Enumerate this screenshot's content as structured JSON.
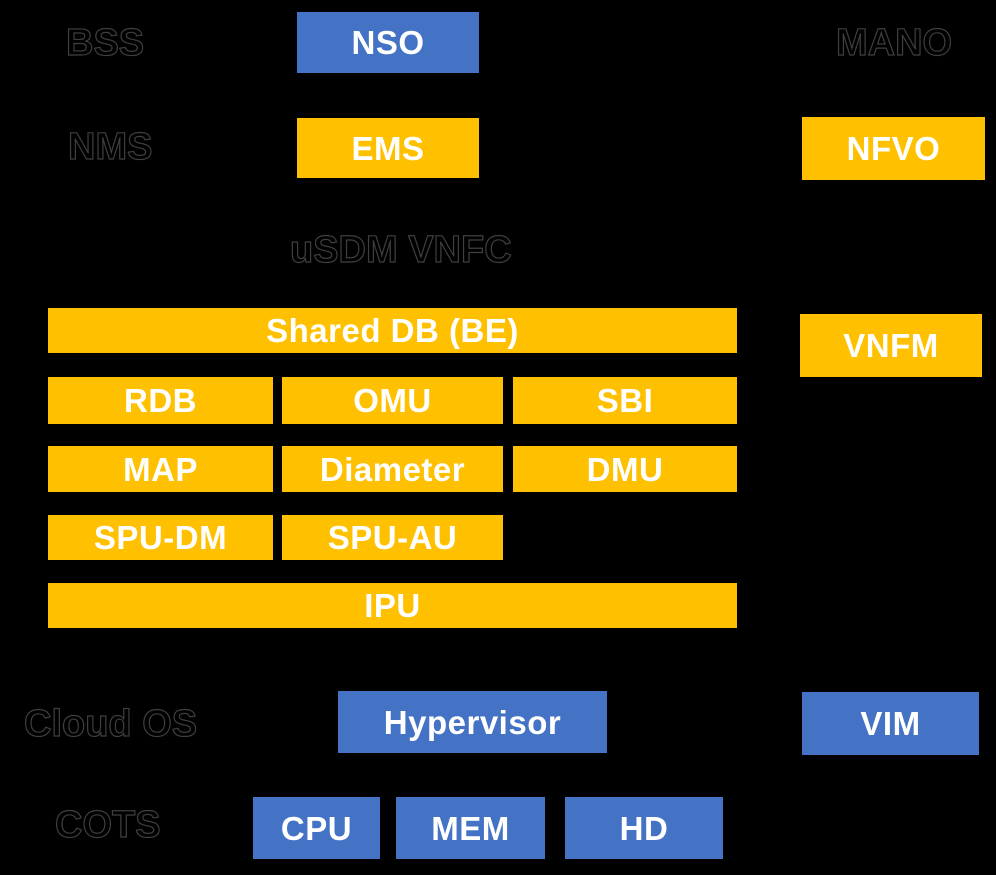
{
  "colors": {
    "background": "#000000",
    "box_blue": "#4472C4",
    "box_yellow": "#FFC000",
    "box_text": "#FFFFFF",
    "side_label_text": "#000000"
  },
  "side_labels": {
    "bss": "BSS",
    "nms": "NMS",
    "mano": "MANO",
    "cloud_os": "Cloud OS",
    "cots": "COTS"
  },
  "vnfc_title": "uSDM VNFC",
  "management_boxes": {
    "nso": "NSO",
    "ems": "EMS",
    "nfvo": "NFVO",
    "vnfm": "VNFM",
    "vim": "VIM"
  },
  "vnfc_boxes": {
    "shared_db": "Shared DB (BE)",
    "rdb": "RDB",
    "omu": "OMU",
    "sbi": "SBI",
    "map": "MAP",
    "diameter": "Diameter",
    "dmu": "DMU",
    "spu_dm": "SPU-DM",
    "spu_au": "SPU-AU",
    "ipu": "IPU"
  },
  "infra_boxes": {
    "hypervisor": "Hypervisor",
    "cpu": "CPU",
    "mem": "MEM",
    "hd": "HD"
  }
}
